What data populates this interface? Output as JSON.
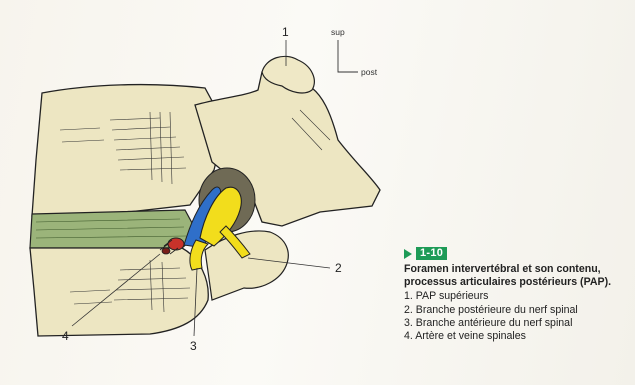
{
  "orientation": {
    "sup": "sup",
    "post": "post"
  },
  "labels": {
    "l1": "1",
    "l2": "2",
    "l3": "3",
    "l4": "4"
  },
  "figure": {
    "number": "1-10",
    "title": "Foramen intervertébral et son contenu, processus articulaires postérieurs (PAP).",
    "items": [
      "1. PAP supérieurs",
      "2. Branche postérieure du nerf spinal",
      "3. Branche antérieure du nerf spinal",
      "4. Artère et veine spinales"
    ]
  },
  "colors": {
    "bone": "#ede6c2",
    "disc": "#9bb47a",
    "nerve": "#f2dd1c",
    "dura": "#2f6fc9",
    "artery": "#c8322a",
    "accent": "#1e9b57"
  }
}
